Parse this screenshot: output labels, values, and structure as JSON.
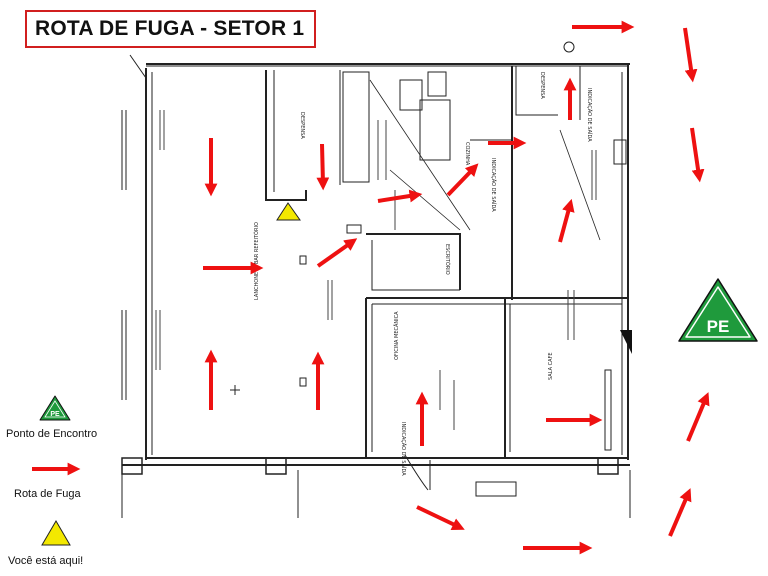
{
  "title": "ROTA DE FUGA - SETOR 1",
  "meeting_point": {
    "label": "PE"
  },
  "legend": {
    "meeting_point": "Ponto de Encontro",
    "escape_route": "Rota de Fuga",
    "you_are_here": "Você está aqui!"
  },
  "rooms": {
    "despensa": "DESPENSA",
    "despensa2": "DESPENSA",
    "lanchonete": "LANCHONETE BAR REFEITÓRIO",
    "cozinha": "COZINHA",
    "escritorio": "ESCRITÓRIO",
    "oficina": "OFICINA MECÂNICA",
    "sala_cafe": "SALA CAFE",
    "indicacao_saida": "INDICAÇÃO DE SAÍDA",
    "indicacao_saida2": "INDICAÇÃO DE SAÍDA",
    "indicacao_saida3": "INDICAÇÃO DE SAÍDA"
  },
  "colors": {
    "arrow": "#ee1111",
    "pe_green": "#1f9a3c",
    "you_are_here": "#f3e800",
    "title_border": "#d11f1f"
  }
}
